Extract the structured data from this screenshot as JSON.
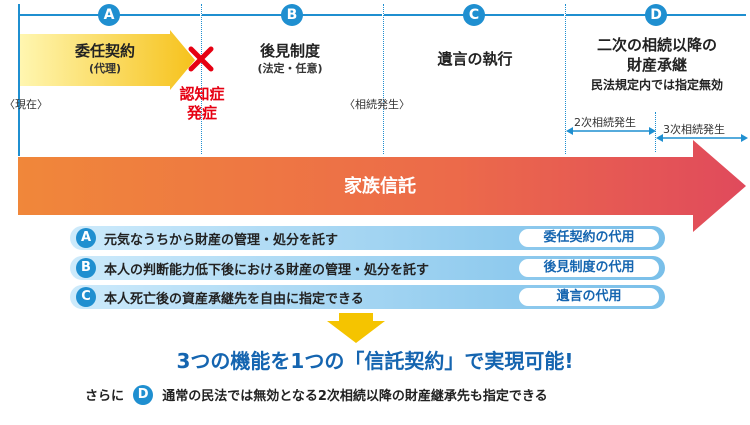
{
  "sections": [
    {
      "letter": "A",
      "title": "委任契約",
      "sub": "(代理)"
    },
    {
      "letter": "B",
      "title": "後見制度",
      "sub": "(法定・任意)"
    },
    {
      "letter": "C",
      "title": "遺言の執行",
      "sub": ""
    },
    {
      "letter": "D",
      "title_line1": "二次の相続以降の",
      "title_line2": "財産承継",
      "sub": "民法規定内では指定無効"
    }
  ],
  "timeline": {
    "now_label": "〈現在〉",
    "dementia_line1": "認知症",
    "dementia_line2": "発症",
    "inheritance_label": "〈相続発生〉",
    "second_inheritance": "2次相続発生",
    "third_inheritance": "3次相続発生",
    "trust_label": "家族信託"
  },
  "functions": [
    {
      "letter": "A",
      "text": "元気なうちから財産の管理・処分を託す",
      "badge": "委任契約の代用"
    },
    {
      "letter": "B",
      "text": "本人の判断能力低下後における財産の管理・処分を託す",
      "badge": "後見制度の代用"
    },
    {
      "letter": "C",
      "text": "本人死亡後の資産承継先を自由に指定できる",
      "badge": "遺言の代用"
    }
  ],
  "conclusion": "3つの機能を1つの「信託契約」で実現可能!",
  "extra": {
    "prefix": "さらに",
    "letter": "D",
    "text": "通常の民法では無効となる2次相続以降の財産継承先も指定できる"
  },
  "colors": {
    "accent": "#1f8fd0",
    "dementia": "#e60012",
    "trust_start": "#f08a3a",
    "trust_end": "#e0455a",
    "arrow_down": "#f5c400"
  }
}
